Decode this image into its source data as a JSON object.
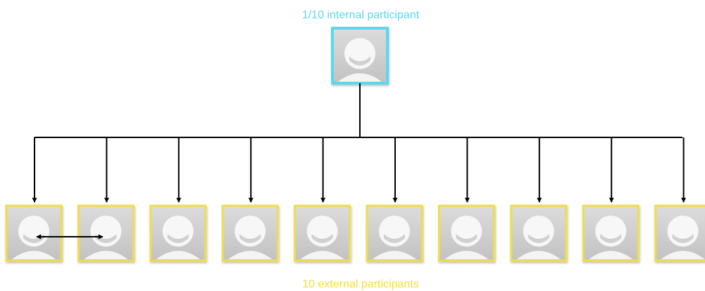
{
  "top_label": "1/10 internal participant",
  "bottom_label": "10 external participants",
  "internal_participant": {
    "icon": "avatar-placeholder-icon",
    "border_color": "#5ad8ee"
  },
  "external_participants": {
    "count": 10,
    "icon": "avatar-placeholder-icon",
    "border_color": "#f2dd4c"
  },
  "colors": {
    "internal": "#5ad8ee",
    "external": "#f6dd3a",
    "connector": "#000000",
    "avatar_bg": "#cfcfcf",
    "avatar_head": "#f8f8f8"
  }
}
